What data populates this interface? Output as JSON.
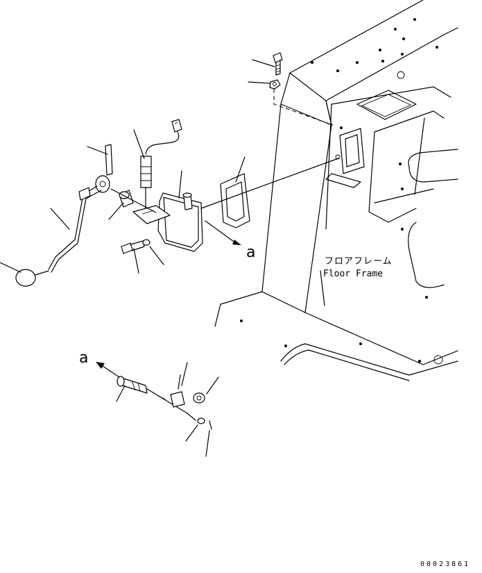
{
  "labels": {
    "view_ref_top": "a",
    "view_ref_bottom": "a",
    "floor_frame_jp": "フロアフレーム",
    "floor_frame_en": "Floor Frame",
    "drawing_number": "00023861"
  }
}
